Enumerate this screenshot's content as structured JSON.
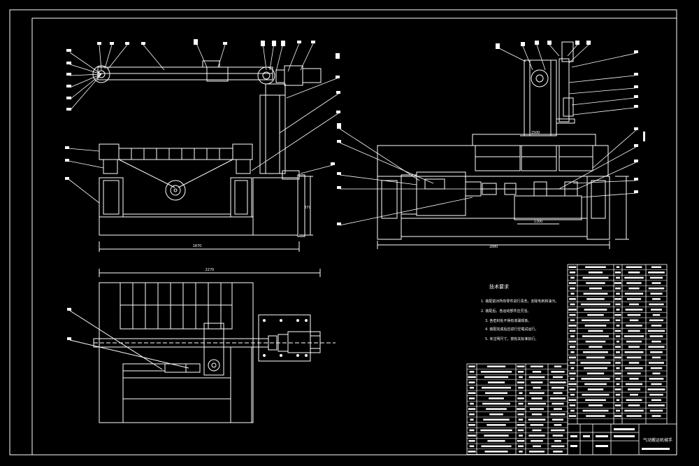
{
  "colors": {
    "background": "#000000",
    "line": "#ffffff",
    "dim": "#ffffff"
  },
  "drawing": {
    "front_view": {
      "dim_width": "1870",
      "dim_height": "870"
    },
    "side_view": {
      "dim_width": "1880",
      "dim_a": "1500",
      "dim_b": "1300"
    },
    "top_view": {
      "dim_width": "2270"
    }
  },
  "technical_requirements": {
    "title": "技术要求",
    "items": [
      "1. 装配前对所有零件进行清洗，去除毛刺和油污。",
      "2. 装配后，各运动部件应灵活。",
      "3. 各密封处不得有渗漏现象。",
      "4. 装配完成后应进行空载试运行。",
      "5. 未注明尺寸，按有关标准执行。"
    ]
  },
  "title_block": {
    "drawing_name": "气动搬运机械手"
  }
}
